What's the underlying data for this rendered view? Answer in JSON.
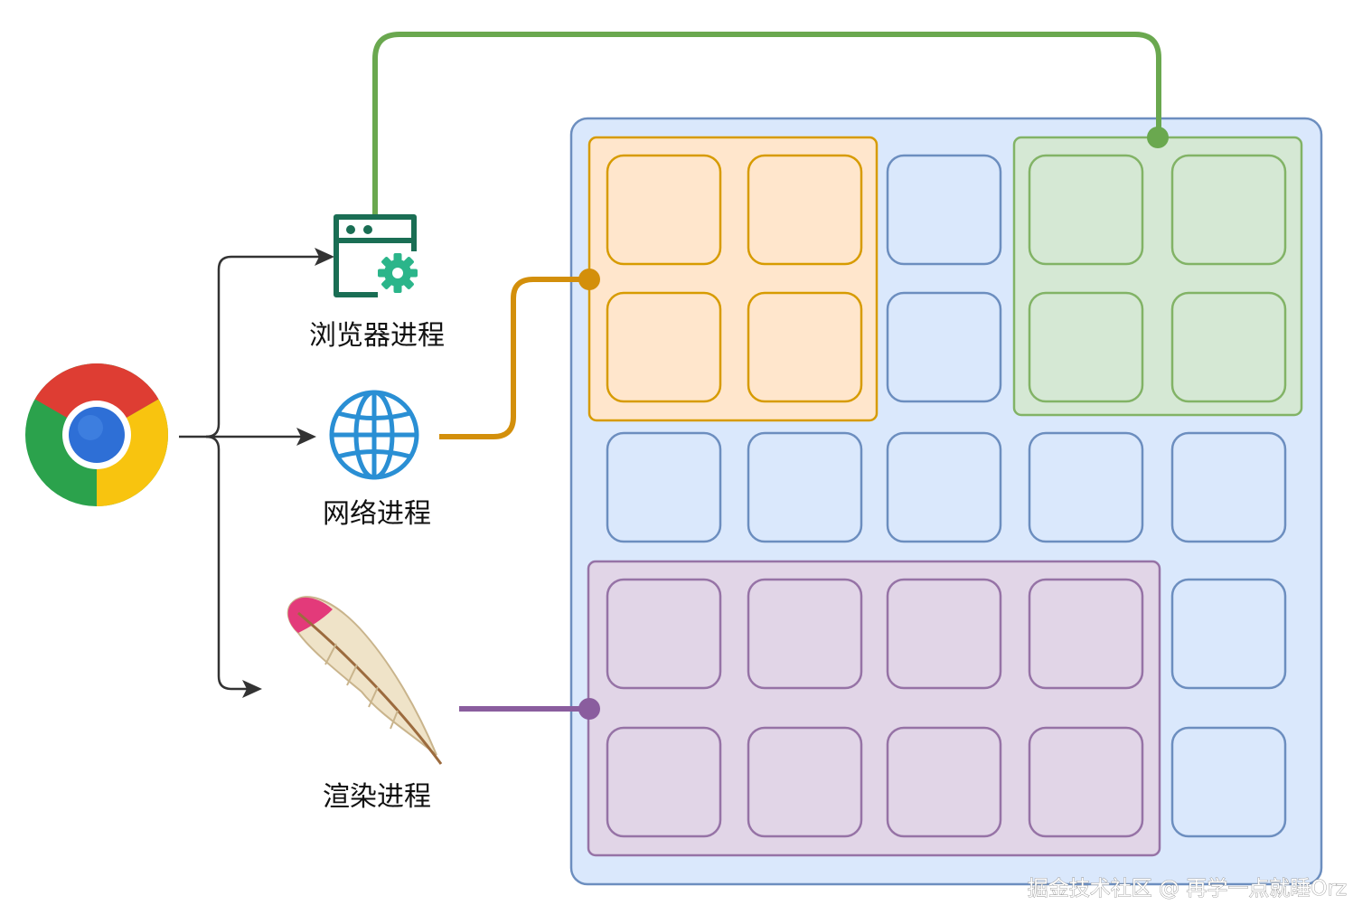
{
  "processes": {
    "browser": {
      "label": "浏览器进程"
    },
    "network": {
      "label": "网络进程"
    },
    "renderer": {
      "label": "渲染进程"
    }
  },
  "watermark": "掘金技术社区 @ 再学一点就睡Orz",
  "colors": {
    "memory_fill": "#dae8fc",
    "memory_stroke": "#6c8ebf",
    "browser_fill": "#d5e8d4",
    "browser_stroke": "#82b366",
    "browser_line": "#6aa84f",
    "network_fill": "#ffe6cc",
    "network_stroke": "#d79b00",
    "network_line": "#d38f0b",
    "renderer_fill": "#e1d5e7",
    "renderer_stroke": "#9673a6",
    "renderer_line": "#8a5d9e",
    "arrow": "#333333"
  },
  "icons": {
    "chrome": "chrome-logo-icon",
    "browser": "browser-window-gear-icon",
    "network": "globe-icon",
    "renderer": "feather-icon"
  }
}
